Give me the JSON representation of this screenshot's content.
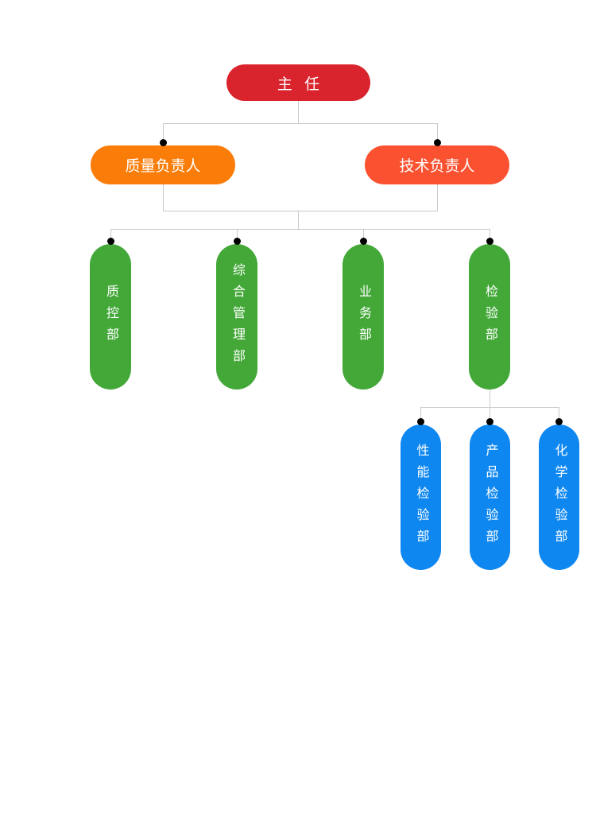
{
  "canvas": {
    "background": "#ffffff"
  },
  "palette": {
    "director_fill": "#d9242d",
    "quality_manager_fill": "#fa7d0a",
    "technical_manager_fill": "#fa5231",
    "department_fill": "#43a838",
    "sub_department_fill": "#0e87f0",
    "node_text": "#ffffff",
    "connector_line": "#c9c9c9",
    "connector_dot": "#000000"
  },
  "org_chart": {
    "root": {
      "label": "主 任"
    },
    "managers": [
      {
        "label": "质量负责人"
      },
      {
        "label": "技术负责人"
      }
    ],
    "departments": [
      {
        "label": "质控部"
      },
      {
        "label": "综合管理部"
      },
      {
        "label": "业务部"
      },
      {
        "label": "检验部"
      }
    ],
    "sub_departments": [
      {
        "label": "性能检验部"
      },
      {
        "label": "产品检验部"
      },
      {
        "label": "化学检验部"
      }
    ]
  }
}
